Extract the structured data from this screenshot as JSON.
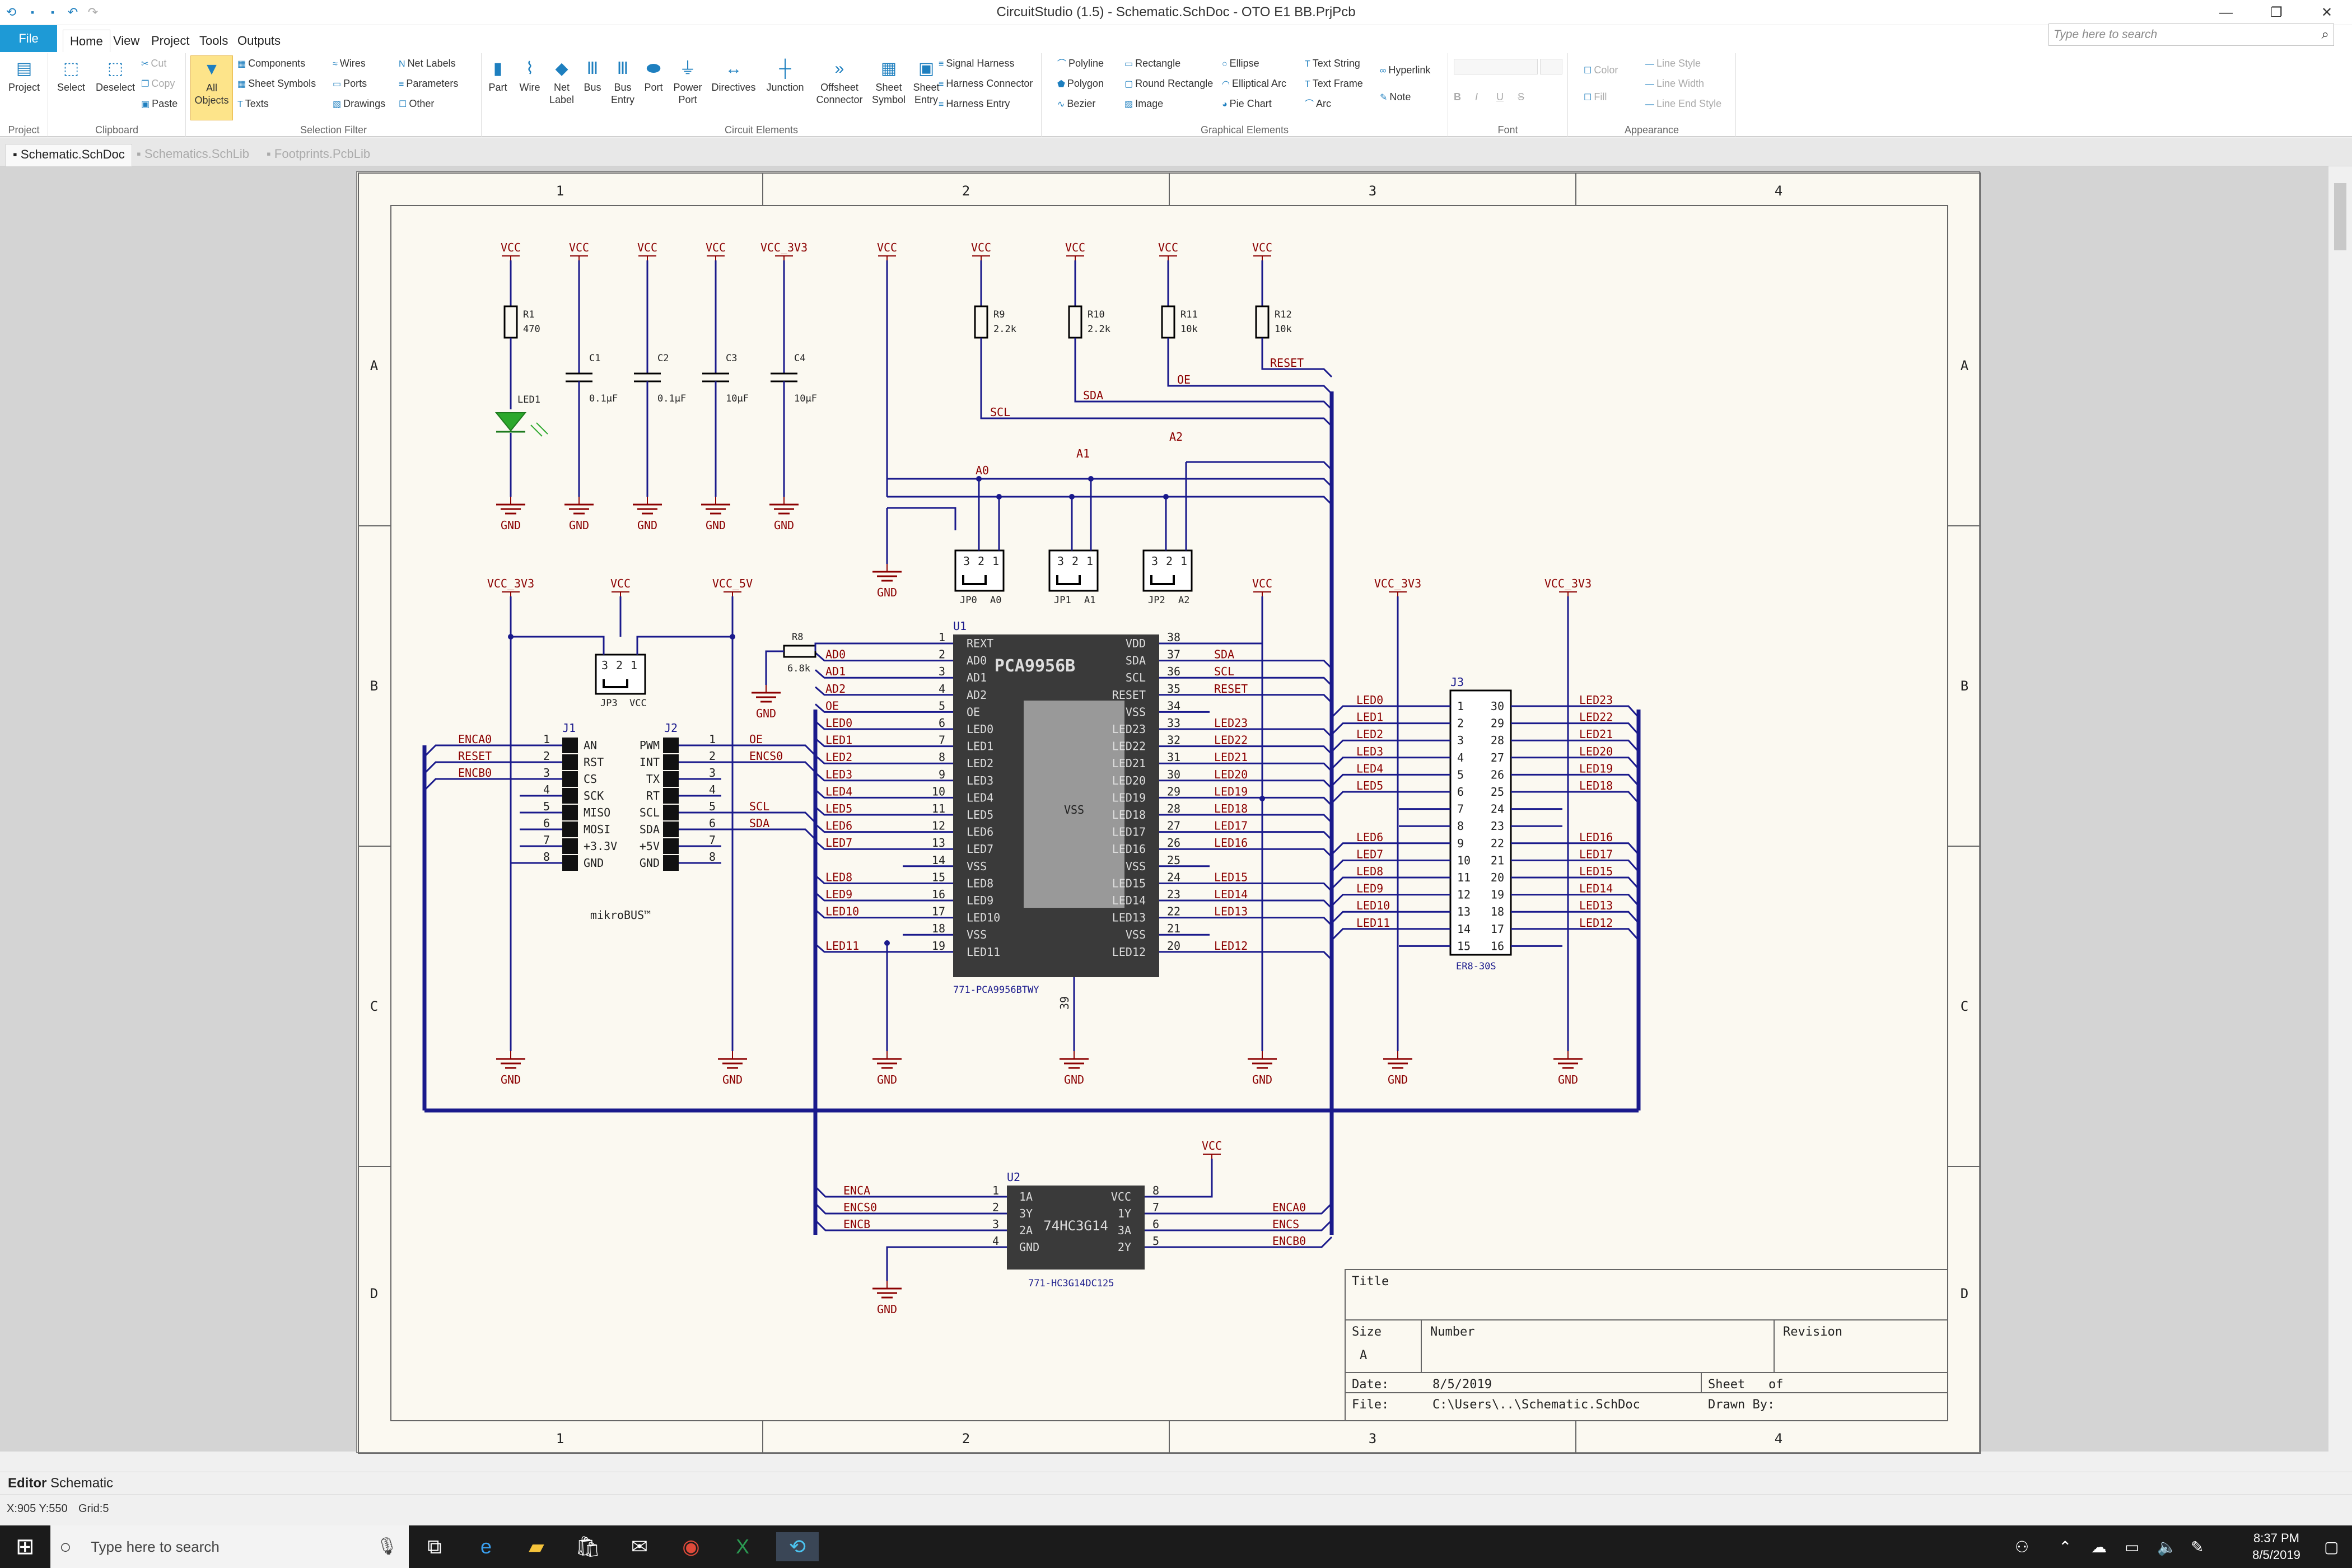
{
  "window": {
    "title": "CircuitStudio (1.5) - Schematic.SchDoc - OTO E1 BB.PrjPcb"
  },
  "menu": {
    "file": "File",
    "items": [
      "Home",
      "View",
      "Project",
      "Tools",
      "Outputs"
    ],
    "search_placeholder": "Type here to search"
  },
  "ribbon": {
    "project": {
      "button": "Project",
      "group": "Project"
    },
    "clipboard": {
      "select": "Select",
      "deselect": "Deselect",
      "cut": "Cut",
      "copy": "Copy",
      "paste": "Paste",
      "group": "Clipboard"
    },
    "filter": {
      "all": "All Objects",
      "components": "Components",
      "sheet_symbols": "Sheet Symbols",
      "texts": "Texts",
      "wires": "Wires",
      "ports": "Ports",
      "drawings": "Drawings",
      "net_labels": "Net Labels",
      "parameters": "Parameters",
      "other": "Other",
      "group": "Selection Filter"
    },
    "circuit": {
      "part": "Part",
      "wire": "Wire",
      "net_label": "Net Label",
      "bus": "Bus",
      "bus_entry": "Bus Entry",
      "port": "Port",
      "power_port": "Power Port",
      "directives": "Directives",
      "junction": "Junction",
      "offsheet": "Offsheet Connector",
      "sheet_symbol": "Sheet Symbol",
      "sheet_entry": "Sheet Entry",
      "signal_harness": "Signal Harness",
      "harness_connector": "Harness Connector",
      "harness_entry": "Harness Entry",
      "group": "Circuit Elements"
    },
    "graphical": {
      "polyline": "Polyline",
      "polygon": "Polygon",
      "bezier": "Bezier",
      "rectangle": "Rectangle",
      "round_rectangle": "Round Rectangle",
      "image": "Image",
      "ellipse": "Ellipse",
      "elliptical_arc": "Elliptical Arc",
      "pie_chart": "Pie Chart",
      "text_string": "Text String",
      "text_frame": "Text Frame",
      "arc": "Arc",
      "hyperlink": "Hyperlink",
      "note": "Note",
      "group": "Graphical Elements"
    },
    "font": {
      "group": "Font",
      "styles": [
        "B",
        "I",
        "U",
        "S"
      ]
    },
    "appearance": {
      "color": "Color",
      "fill": "Fill",
      "line_style": "Line Style",
      "line_width": "Line Width",
      "line_end_style": "Line End Style",
      "group": "Appearance"
    }
  },
  "doc_tabs": [
    "Schematic.SchDoc",
    "Schematics.SchLib",
    "Footprints.PcbLib"
  ],
  "sheet": {
    "zones_x": [
      "1",
      "2",
      "3",
      "4"
    ],
    "zones_y": [
      "A",
      "B",
      "C",
      "D"
    ],
    "title_block": {
      "title": "Title",
      "size": "Size",
      "size_val": "A",
      "number": "Number",
      "revision": "Revision",
      "date": "Date:",
      "date_val": "8/5/2019",
      "sheet": "Sheet",
      "of": "of",
      "file": "File:",
      "file_val": "C:\\Users\\..\\Schematic.SchDoc",
      "drawn_by": "Drawn By:"
    },
    "components": {
      "r1": {
        "ref": "R1",
        "val": "470"
      },
      "led1": "LED1",
      "c1": {
        "ref": "C1",
        "val": "0.1μF"
      },
      "c2": {
        "ref": "C2",
        "val": "0.1μF"
      },
      "c3": {
        "ref": "C3",
        "val": "10μF"
      },
      "c4": {
        "ref": "C4",
        "val": "10μF"
      },
      "r9": {
        "ref": "R9",
        "val": "2.2k"
      },
      "r10": {
        "ref": "R10",
        "val": "2.2k"
      },
      "r11": {
        "ref": "R11",
        "val": "10k"
      },
      "r12": {
        "ref": "R12",
        "val": "10k"
      },
      "r8": {
        "ref": "R8",
        "val": "6.8k"
      },
      "jp0": {
        "ref": "JP0",
        "val": "A0"
      },
      "jp1": {
        "ref": "JP1",
        "val": "A1"
      },
      "jp2": {
        "ref": "JP2",
        "val": "A2"
      },
      "jp3": {
        "ref": "JP3",
        "val": "VCC"
      },
      "u1": {
        "ref": "U1",
        "name": "PCA9956B",
        "part": "771-PCA9956BTWY",
        "vss": "VSS"
      },
      "u2": {
        "ref": "U2",
        "name": "74HC3G14",
        "part": "771-HC3G14DC125"
      },
      "j1": "J1",
      "j2": "J2",
      "j3": {
        "ref": "J3",
        "part": "ER8-30S"
      },
      "mikrobus": "mikroBUS™"
    },
    "power": {
      "vcc": "VCC",
      "gnd": "GND",
      "vcc3v3": "VCC_3V3",
      "vcc5v": "VCC_5V"
    },
    "u1_left": [
      {
        "n": "1",
        "p": "REXT"
      },
      {
        "n": "2",
        "p": "AD0"
      },
      {
        "n": "3",
        "p": "AD1"
      },
      {
        "n": "4",
        "p": "AD2"
      },
      {
        "n": "5",
        "p": "OE"
      },
      {
        "n": "6",
        "p": "LED0"
      },
      {
        "n": "7",
        "p": "LED1"
      },
      {
        "n": "8",
        "p": "LED2"
      },
      {
        "n": "9",
        "p": "LED3"
      },
      {
        "n": "10",
        "p": "LED4"
      },
      {
        "n": "11",
        "p": "LED5"
      },
      {
        "n": "12",
        "p": "LED6"
      },
      {
        "n": "13",
        "p": "LED7"
      },
      {
        "n": "14",
        "p": "VSS"
      },
      {
        "n": "15",
        "p": "LED8"
      },
      {
        "n": "16",
        "p": "LED9"
      },
      {
        "n": "17",
        "p": "LED10"
      },
      {
        "n": "18",
        "p": "VSS"
      },
      {
        "n": "19",
        "p": "LED11"
      }
    ],
    "u1_right": [
      {
        "n": "38",
        "p": "VDD"
      },
      {
        "n": "37",
        "p": "SDA"
      },
      {
        "n": "36",
        "p": "SCL"
      },
      {
        "n": "35",
        "p": "RESET"
      },
      {
        "n": "34",
        "p": "VSS"
      },
      {
        "n": "33",
        "p": "LED23"
      },
      {
        "n": "32",
        "p": "LED22"
      },
      {
        "n": "31",
        "p": "LED21"
      },
      {
        "n": "30",
        "p": "LED20"
      },
      {
        "n": "29",
        "p": "LED19"
      },
      {
        "n": "28",
        "p": "LED18"
      },
      {
        "n": "27",
        "p": "LED17"
      },
      {
        "n": "26",
        "p": "LED16"
      },
      {
        "n": "25",
        "p": "VSS"
      },
      {
        "n": "24",
        "p": "LED15"
      },
      {
        "n": "23",
        "p": "LED14"
      },
      {
        "n": "22",
        "p": "LED13"
      },
      {
        "n": "21",
        "p": "VSS"
      },
      {
        "n": "20",
        "p": "LED12"
      }
    ],
    "u1_pin39": "39",
    "u1_left_nets": [
      "",
      "AD0",
      "AD1",
      "AD2",
      "OE",
      "LED0",
      "LED1",
      "LED2",
      "LED3",
      "LED4",
      "LED5",
      "LED6",
      "LED7",
      "",
      "LED8",
      "LED9",
      "LED10",
      "",
      "LED11"
    ],
    "u1_right_nets": [
      "",
      "SDA",
      "SCL",
      "RESET",
      "",
      "LED23",
      "LED22",
      "LED21",
      "LED20",
      "LED19",
      "LED18",
      "LED17",
      "LED16",
      "",
      "LED15",
      "LED14",
      "LED13",
      "",
      "LED12"
    ],
    "j1_pins": [
      {
        "n": "1",
        "p": "AN",
        "net": "ENCA0"
      },
      {
        "n": "2",
        "p": "RST",
        "net": "RESET"
      },
      {
        "n": "3",
        "p": "CS",
        "net": "ENCB0"
      },
      {
        "n": "4",
        "p": "SCK",
        "net": ""
      },
      {
        "n": "5",
        "p": "MISO",
        "net": ""
      },
      {
        "n": "6",
        "p": "MOSI",
        "net": ""
      },
      {
        "n": "7",
        "p": "+3.3V",
        "net": ""
      },
      {
        "n": "8",
        "p": "GND",
        "net": ""
      }
    ],
    "j2_pins": [
      {
        "n": "1",
        "p": "PWM",
        "net": "OE"
      },
      {
        "n": "2",
        "p": "INT",
        "net": "ENCS0"
      },
      {
        "n": "3",
        "p": "TX",
        "net": ""
      },
      {
        "n": "4",
        "p": "RT",
        "net": ""
      },
      {
        "n": "5",
        "p": "SCL",
        "net": "SCL"
      },
      {
        "n": "6",
        "p": "SDA",
        "net": "SDA"
      },
      {
        "n": "7",
        "p": "+5V",
        "net": ""
      },
      {
        "n": "8",
        "p": "GND",
        "net": ""
      }
    ],
    "j3_left": [
      "1",
      "2",
      "3",
      "4",
      "5",
      "6",
      "7",
      "8",
      "9",
      "10",
      "11",
      "12",
      "13",
      "14",
      "15"
    ],
    "j3_right": [
      "30",
      "29",
      "28",
      "27",
      "26",
      "25",
      "24",
      "23",
      "22",
      "21",
      "20",
      "19",
      "18",
      "17",
      "16"
    ],
    "j3_left_nets": [
      "LED0",
      "LED1",
      "LED2",
      "LED3",
      "LED4",
      "LED5",
      "",
      "",
      "LED6",
      "LED7",
      "LED8",
      "LED9",
      "LED10",
      "LED11",
      ""
    ],
    "j3_right_nets": [
      "LED23",
      "LED22",
      "LED21",
      "LED20",
      "LED19",
      "LED18",
      "",
      "",
      "LED16",
      "LED17",
      "LED15",
      "LED14",
      "LED13",
      "LED12",
      ""
    ],
    "u2_left": [
      {
        "n": "1",
        "p": "1A",
        "net": "ENCA"
      },
      {
        "n": "2",
        "p": "3Y",
        "net": "ENCS0"
      },
      {
        "n": "3",
        "p": "2A",
        "net": "ENCB"
      },
      {
        "n": "4",
        "p": "GND",
        "net": ""
      }
    ],
    "u2_right": [
      {
        "n": "8",
        "p": "VCC",
        "net": ""
      },
      {
        "n": "7",
        "p": "1Y",
        "net": "ENCA0"
      },
      {
        "n": "6",
        "p": "3A",
        "net": "ENCS"
      },
      {
        "n": "5",
        "p": "2Y",
        "net": "ENCB0"
      }
    ],
    "bus_labels": {
      "scl": "SCL",
      "sda": "SDA",
      "oe": "OE",
      "reset": "RESET",
      "a0": "A0",
      "a1": "A1",
      "a2": "A2"
    },
    "jumper_pins": [
      "3",
      "2",
      "1"
    ]
  },
  "bottom_tabs": [
    "Editor",
    "Schematic"
  ],
  "status": {
    "coords": "X:905 Y:550",
    "grid": "Grid:5"
  },
  "taskbar": {
    "search": "Type here to search",
    "time": "8:37 PM",
    "date": "8/5/2019"
  },
  "colors": {
    "wire": "#1a1a8c",
    "net_label": "#8b0000",
    "chip": "#3a3a3a",
    "accent": "#1e9ad6"
  }
}
